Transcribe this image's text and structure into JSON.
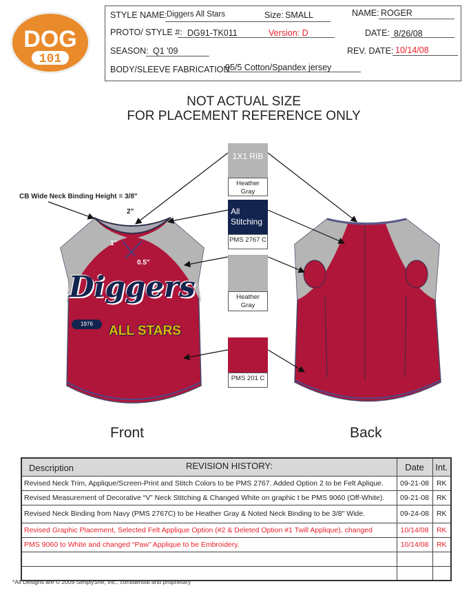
{
  "logo": {
    "line1": "DOG",
    "line2": "101",
    "color": "#e98a2b"
  },
  "header": {
    "style_name_label": "STYLE NAME:",
    "style_name": "Diggers All Stars",
    "size_label": "Size:",
    "size": "SMALL",
    "name_label": "NAME:",
    "name": "ROGER",
    "proto_label": "PROTO/ STYLE #:",
    "proto": "DG91-TK011",
    "version": "Version: D",
    "date_label": "DATE:",
    "date": "8/26/08",
    "season_label": "SEASON:",
    "season": "Q1 '09",
    "rev_date_label": "REV. DATE:",
    "rev_date": "10/14/08",
    "fabrication_label": "BODY/SLEEVE FABRICATION:",
    "fabrication": "95/5 Cotton/Spandex jersey"
  },
  "notice": {
    "line1": "NOT ACTUAL SIZE",
    "line2": "FOR PLACEMENT REFERENCE ONLY"
  },
  "swatches": [
    {
      "swatch_text": "1X1 RIB",
      "label": "Heather Gray",
      "color": "#b5b5b5"
    },
    {
      "swatch_text": "All Stitching",
      "label": "PMS 2767 C",
      "color": "#13244f"
    },
    {
      "swatch_text": "",
      "label": "Heather Gray",
      "color": "#b5b5b5"
    },
    {
      "swatch_text": "",
      "label": "PMS 201 C",
      "color": "#b0163a"
    }
  ],
  "annotations": {
    "neck_binding": "CB Wide Neck Binding Height = 3/8\"",
    "m1": "2\"",
    "m2": "1\"",
    "m3": "0.5\""
  },
  "graphic": {
    "main": "Diggers",
    "year": "1976",
    "sub": "ALL STARS"
  },
  "views": {
    "front": "Front",
    "back": "Back"
  },
  "revision": {
    "col_description": "Description",
    "title": "REVISION HISTORY:",
    "col_date": "Date",
    "col_int": "Int.",
    "rows": [
      {
        "desc": "Revised Neck Trim, Applique/Screen-Print and Stitch Colors to be PMS 2767.  Added Option 2 to be Felt Aplique.",
        "date": "09-21-08",
        "int": "RK",
        "red": false
      },
      {
        "desc": "Revised Measurement of Decorative “V” Neck Stitching & Changed White on graphic t be PMS 9060 (Off-White).",
        "date": "09-21-08",
        "int": "RK",
        "red": false
      },
      {
        "desc": "Revised Neck Binding from Navy (PMS 2767C) to be Heather Gray & Noted Neck Binding to be 3/8\" Wide.",
        "date": "09-24-08",
        "int": "RK",
        "red": false
      },
      {
        "desc": "Revised Graphic Placement, Selected Felt Applique Option (#2 & Deleted Option #1 Twill Applique), changed",
        "date": "10/14/08",
        "int": "RK",
        "red": true
      },
      {
        "desc": "PMS 9060 to White and changed “Paw” Applique to be Embroidery.",
        "date": "10/14/08",
        "int": "RK",
        "red": true
      },
      {
        "desc": "",
        "date": "",
        "int": "",
        "red": false
      },
      {
        "desc": "",
        "date": "",
        "int": "",
        "red": false
      }
    ]
  },
  "footer": "*All Designs are © 2009 SimplyShe, Inc., confidential and proprietary"
}
